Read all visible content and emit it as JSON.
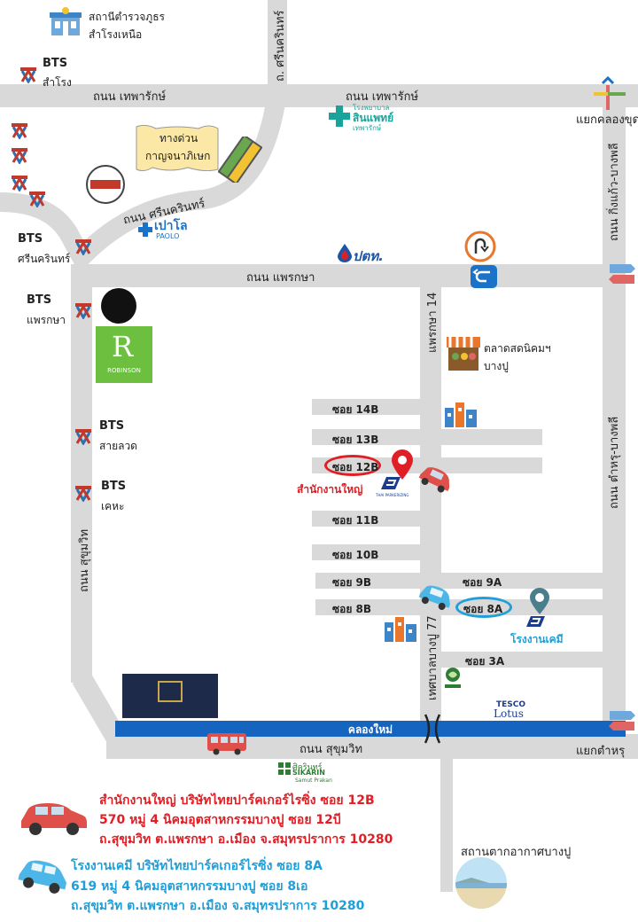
{
  "landmarks": {
    "police": [
      "สถานีตำรวจภูธร",
      "สำโรงเหนือ"
    ],
    "bts_samrong": [
      "BTS",
      "สำโรง"
    ],
    "bts_srinakarin": [
      "BTS",
      "ศรีนครินทร์"
    ],
    "bts_praeksa": [
      "BTS",
      "แพรกษา"
    ],
    "bts_sailuat": [
      "BTS",
      "สายลวด"
    ],
    "bts_kheha": [
      "BTS",
      "เคหะ"
    ],
    "expressway": [
      "ทางด่วน",
      "กาญจนาภิเษก"
    ],
    "hospital": [
      "โรงพยาบาล",
      "สินแพทย์",
      "เทพารักษ์"
    ],
    "paolo": [
      "เปาโล",
      "PAOLO"
    ],
    "ptt": "ปตท.",
    "market": [
      "ตลาดสดนิคมฯ",
      "บางปู"
    ],
    "robinson": "ROBINSON",
    "tesco": [
      "TESCO",
      "Lotus"
    ],
    "sikarin": [
      "ศิครินทร์",
      "SIKARIN",
      "Samut Prakan"
    ],
    "bangpu_station": "สถานตากอากาศบางปู",
    "head_office_label": "สำนักงานใหญ่",
    "chemical_plant_label": "โรงงานเคมี",
    "thai_parkerizing_logo": "THAI PARKERIZING",
    "canal": "คลองใหม่"
  },
  "roads": {
    "theparak_left": "ถนน เทพารักษ์",
    "theparak_right": "ถนน เทพารักษ์",
    "srinakarin_vertical": "ถ. ศรีนครินทร์",
    "srinakarin_curve": "ถนน ศรีนครินทร์",
    "praeksa": "ถนน แพรกษา",
    "sukhumvit_vertical": "ถนน สุขุมวิท",
    "sukhumvit_bottom": "ถนน สุขุมวิท",
    "praeksa_14": "แพรกษา 14",
    "thetsaban_77": "เทศบาลบางปู 77",
    "kingkaew_bangphli_top": "ถนน กิ่งแก้ว-บางพลี",
    "tamru_bangphli": "ถนน ตำหรุ-บางพลี",
    "junction_khlong": "แยกคลองขุด",
    "junction_tamru": "แยกตำหรุ"
  },
  "sois": {
    "soi14b": "ซอย 14B",
    "soi13b": "ซอย 13B",
    "soi12b": "ซอย 12B",
    "soi11b": "ซอย 11B",
    "soi10b": "ซอย 10B",
    "soi9b": "ซอย 9B",
    "soi8b": "ซอย 8B",
    "soi9a": "ซอย 9A",
    "soi8a": "ซอย 8A",
    "soi3a": "ซอย 3A"
  },
  "address_head_office": [
    "สำนักงานใหญ่ บริษัทไทยปาร์คเกอร์ไรซิ่ง ซอย 12B",
    "570 หมู่ 4 นิคมอุตสาหกรรมบางปู ซอย 12บี",
    "ถ.สุขุมวิท ต.แพรกษา อ.เมือง จ.สมุทรปราการ 10280"
  ],
  "address_chemical_plant": [
    "โรงงานเคมี บริษัทไทยปาร์คเกอร์ไรซิ่ง ซอย 8A",
    "619 หมู่ 4 นิคมอุตสาหกรรมบางปู ซอย 8เอ",
    "ถ.สุขุมวิท ต.แพรกษา อ.เมือง จ.สมุทรปราการ 10280"
  ],
  "colors": {
    "road": "#d9d9d9",
    "head_office": "#e01e25",
    "chemical_plant": "#1f9fd8",
    "canal": "#1565c0",
    "robinson": "#6cbf3f"
  }
}
